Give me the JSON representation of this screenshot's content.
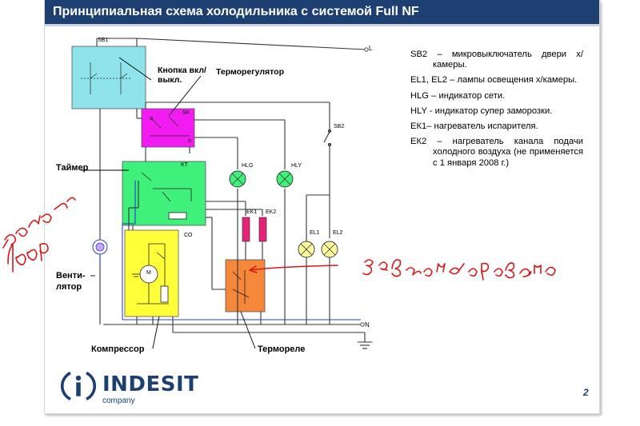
{
  "title": "Принципиальная схема холодильника с системой Full NF",
  "legend": [
    "SB2 – микровыключатель двери х/камеры.",
    "EL1, EL2 – лампы освещения х/камеры.",
    "HLG – индикатор сети.",
    "HLY - индикатор супер заморозки.",
    "ЕК1– нагреватель испарителя.",
    "ЕК2 – нагреватель канала подачи холодного воздуха (не применяется с 1 января 2008 г.)"
  ],
  "callouts": {
    "button": "Кнопка вкл/выкл.",
    "thermostat": "Терморегулятор",
    "timer": "Таймер",
    "fan": "Венти-лятор",
    "compressor": "Компрессор",
    "relay": "Термореле"
  },
  "components": {
    "sb1": "SB1",
    "sk": "SK",
    "kt": "KT",
    "co": "CO",
    "sb2": "SB2",
    "hlg": "HLG",
    "hly": "HLY",
    "ek1": "EK1",
    "ek2": "EK2",
    "el1": "EL1",
    "el2": "EL2",
    "l": "L",
    "n": "N",
    "m": "M"
  },
  "brand": {
    "name": "INDESIT",
    "sub": "company"
  },
  "page_number": "2",
  "colors": {
    "title_bg": "#1d3f72",
    "sb1": "#8fe3ea",
    "sk": "#f21cf2",
    "kt": "#3ff07a",
    "co": "#ffff3a",
    "relay": "#f4873a",
    "heater": "#e8207a",
    "lamp": "#ffffa0",
    "handwriting": "#d81818"
  }
}
